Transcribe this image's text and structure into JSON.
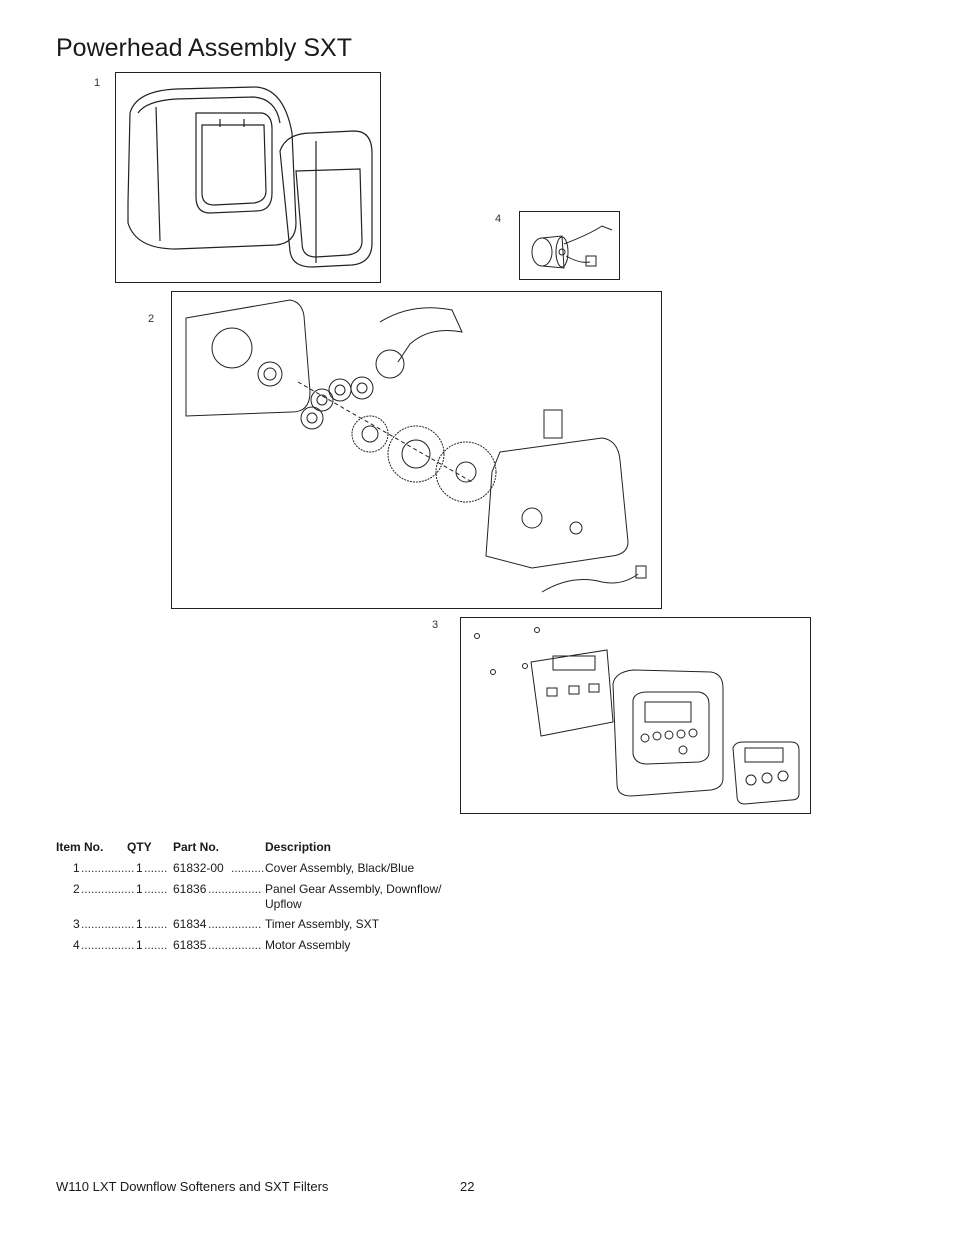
{
  "page": {
    "title": "Powerhead Assembly SXT",
    "footer_left": "W110 LXT Downflow Softeners and SXT Filters",
    "page_number": "22"
  },
  "figures": [
    {
      "callout": "1",
      "name": "cover-assembly"
    },
    {
      "callout": "2",
      "name": "panel-gear-assembly"
    },
    {
      "callout": "3",
      "name": "timer-assembly"
    },
    {
      "callout": "4",
      "name": "motor-assembly"
    }
  ],
  "parts_table": {
    "headers": {
      "item": "Item No.",
      "qty": "QTY",
      "part": "Part No.",
      "desc": "Description"
    },
    "rows": [
      {
        "item": "1",
        "qty": "1",
        "part": "61832-00",
        "desc": "Cover Assembly, Black/Blue",
        "desc2": ""
      },
      {
        "item": "2",
        "qty": "1",
        "part": "61836",
        "desc": "Panel Gear Assembly, Downflow/",
        "desc2": "Upflow"
      },
      {
        "item": "3",
        "qty": "1",
        "part": "61834",
        "desc": "Timer Assembly, SXT",
        "desc2": ""
      },
      {
        "item": "4",
        "qty": "1",
        "part": "61835",
        "desc": "Motor Assembly",
        "desc2": ""
      }
    ]
  }
}
